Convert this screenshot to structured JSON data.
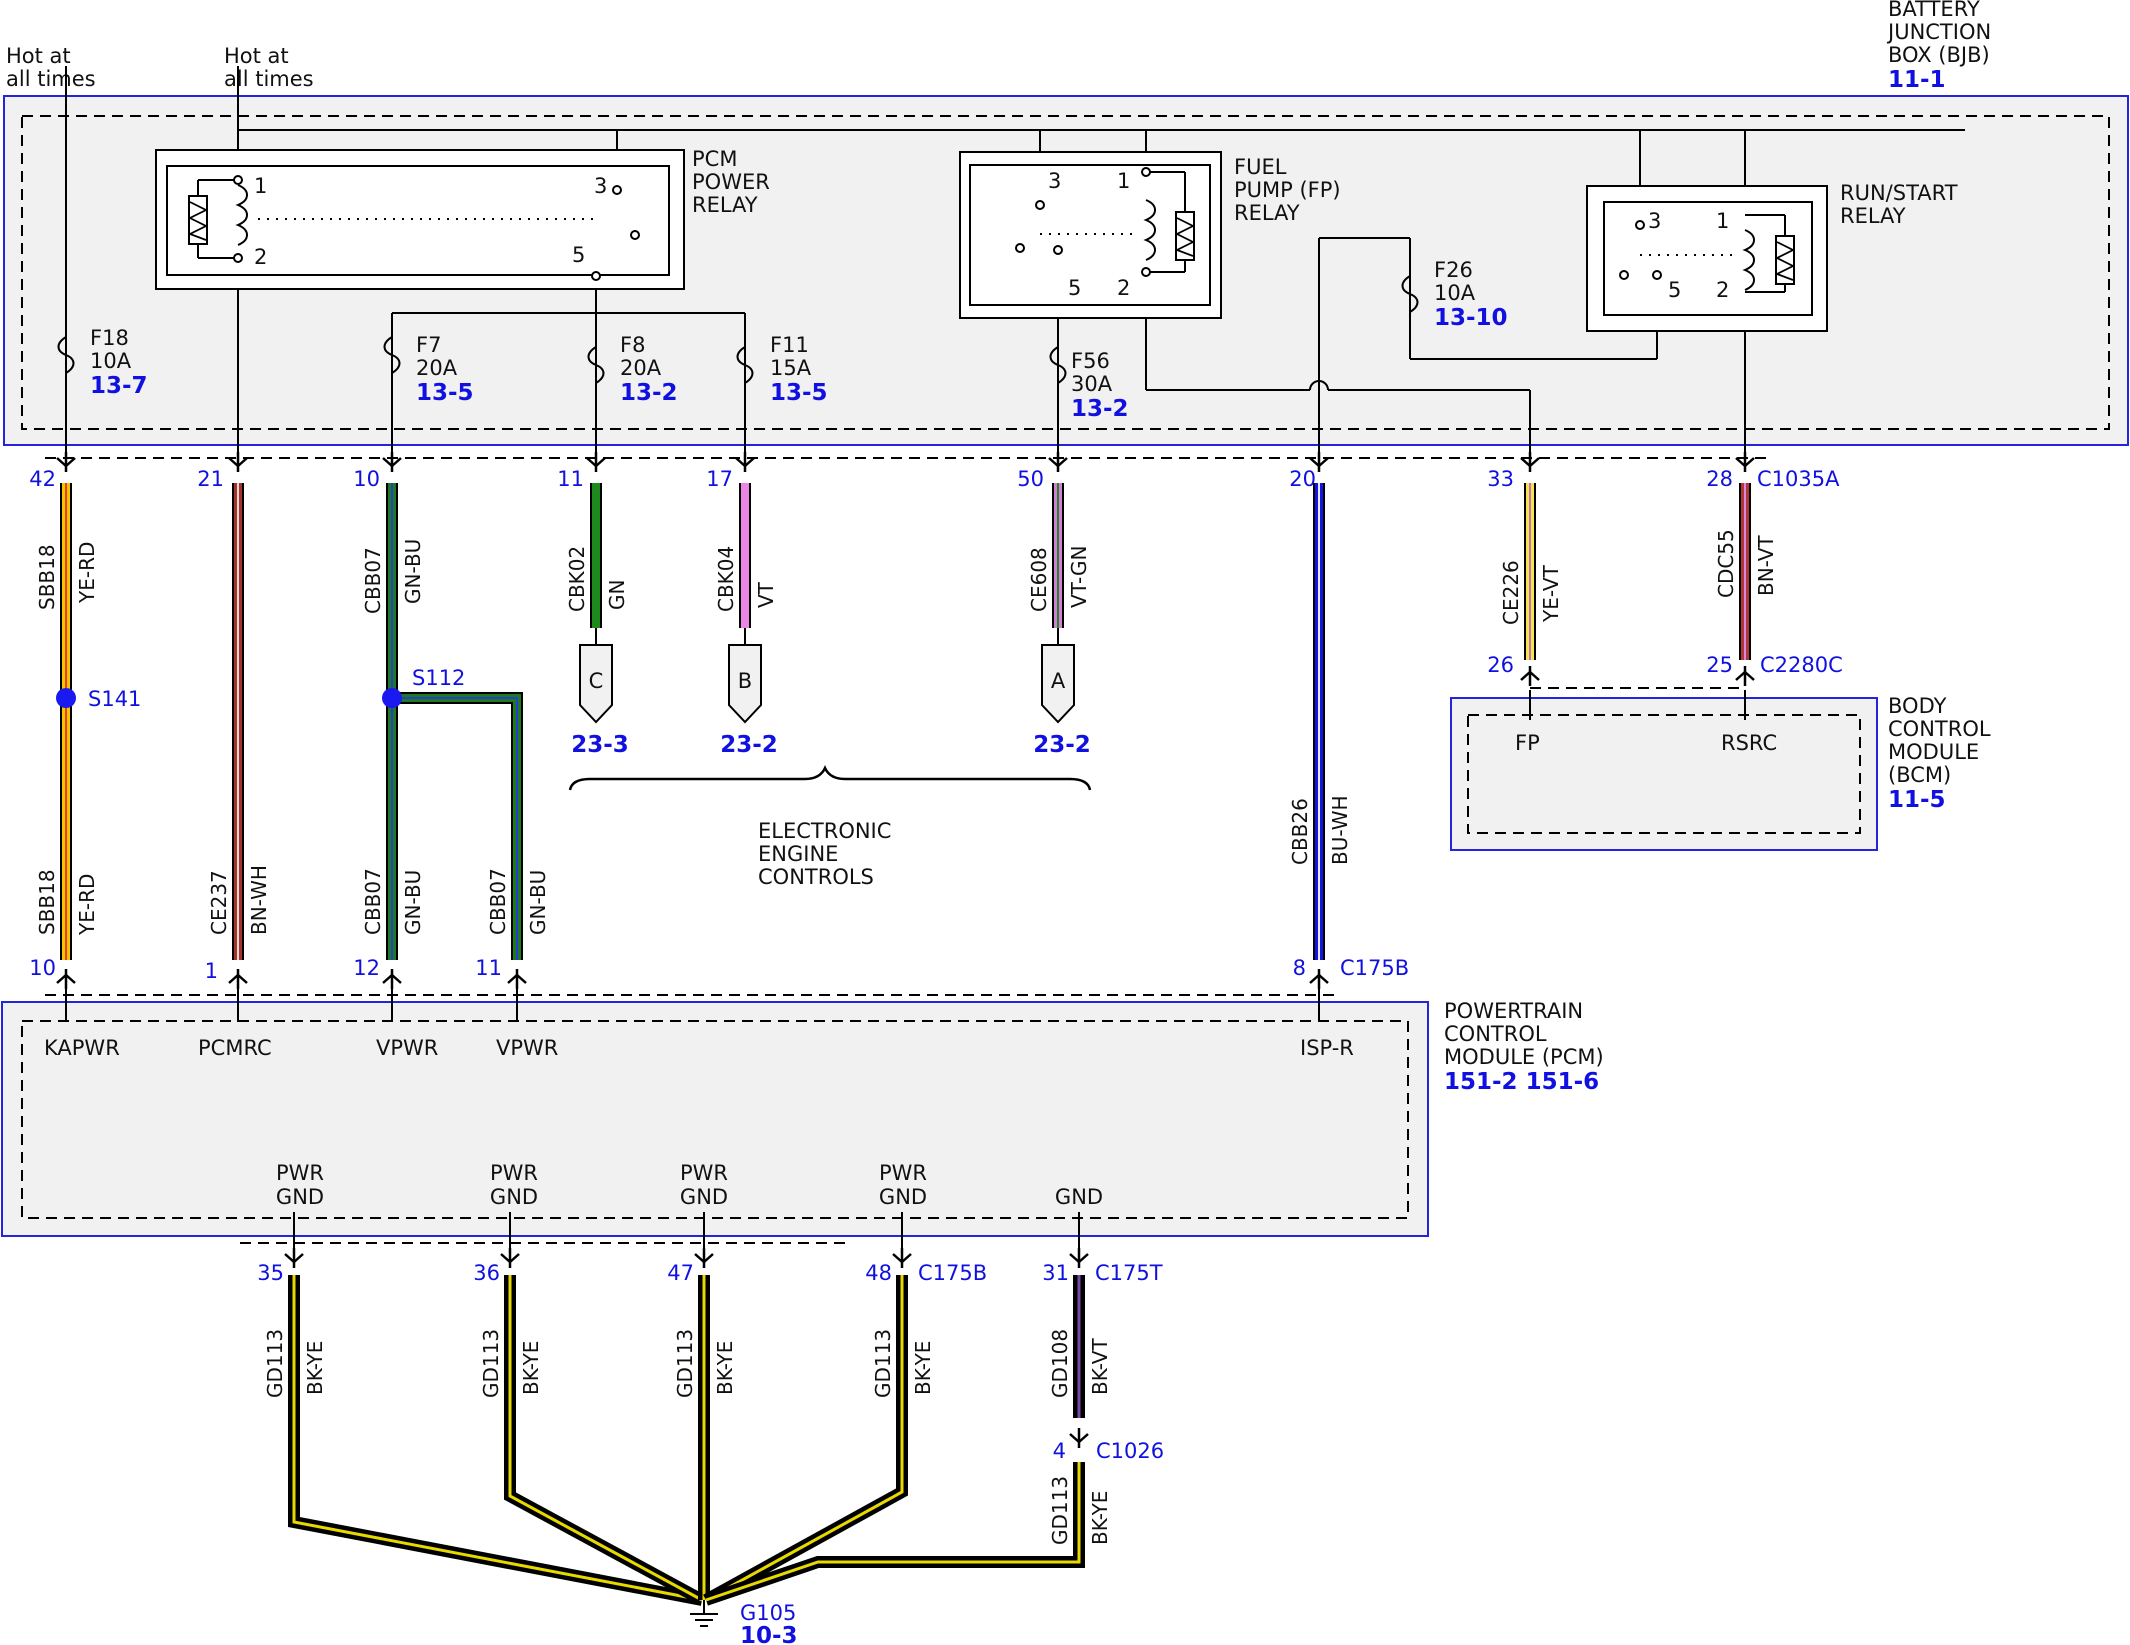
{
  "hot": {
    "l1": "Hot at",
    "l2": "all times"
  },
  "bjb": {
    "l1": "BATTERY",
    "l2": "JUNCTION",
    "l3": "BOX (BJB)",
    "ref": "11-1"
  },
  "pcm_relay": {
    "l1": "PCM",
    "l2": "POWER",
    "l3": "RELAY",
    "p1": "1",
    "p2": "2",
    "p3": "3",
    "p5": "5"
  },
  "fp_relay": {
    "l1": "FUEL",
    "l2": "PUMP (FP)",
    "l3": "RELAY",
    "p1": "1",
    "p2": "2",
    "p3": "3",
    "p5": "5"
  },
  "rs_relay": {
    "l1": "RUN/START",
    "l2": "RELAY",
    "p1": "1",
    "p2": "2",
    "p3": "3",
    "p5": "5"
  },
  "fuses": [
    {
      "name": "F18",
      "amp": "10A",
      "ref": "13-7"
    },
    {
      "name": "F7",
      "amp": "20A",
      "ref": "13-5"
    },
    {
      "name": "F8",
      "amp": "20A",
      "ref": "13-2"
    },
    {
      "name": "F11",
      "amp": "15A",
      "ref": "13-5"
    },
    {
      "name": "F56",
      "amp": "30A",
      "ref": "13-2"
    },
    {
      "name": "F26",
      "amp": "10A",
      "ref": "13-10"
    }
  ],
  "bjb_pins": [
    {
      "pin": "42",
      "circuit": "SBB18",
      "color": "YE-RD"
    },
    {
      "pin": "21",
      "circuit": "CE237",
      "color": "BN-WH"
    },
    {
      "pin": "10",
      "circuit": "CBB07",
      "color": "GN-BU"
    },
    {
      "pin": "11",
      "circuit": "CBK02",
      "color": "GN"
    },
    {
      "pin": "17",
      "circuit": "CBK04",
      "color": "VT"
    },
    {
      "pin": "50",
      "circuit": "CE608",
      "color": "VT-GN"
    },
    {
      "pin": "20",
      "circuit": "CBB26",
      "color": "BU-WH"
    },
    {
      "pin": "33",
      "circuit": "CE226",
      "color": "YE-VT"
    },
    {
      "pin": "28",
      "circuit": "CDC55",
      "color": "BN-VT"
    }
  ],
  "connectors": {
    "c1035a": "C1035A",
    "c2280c": "C2280C",
    "c175b": "C175B",
    "c175t": "C175T",
    "c1026": "C1026"
  },
  "splices": {
    "s141": "S141",
    "s112": "S112"
  },
  "eec": {
    "l1": "ELECTRONIC",
    "l2": "ENGINE",
    "l3": "CONTROLS",
    "items": [
      {
        "letter": "C",
        "ref": "23-3"
      },
      {
        "letter": "B",
        "ref": "23-2"
      },
      {
        "letter": "A",
        "ref": "23-2"
      }
    ]
  },
  "bcm": {
    "l1": "BODY",
    "l2": "CONTROL",
    "l3": "MODULE",
    "l4": "(BCM)",
    "ref": "11-5",
    "pin26": "26",
    "pin25": "25",
    "fp": "FP",
    "rsrc": "RSRC"
  },
  "pcm": {
    "l1": "POWERTRAIN",
    "l2": "CONTROL",
    "l3": "MODULE (PCM)",
    "ref": "151-2 151-6",
    "pins": [
      {
        "pin": "10",
        "circuit": "SBB18",
        "color": "YE-RD",
        "label": "KAPWR"
      },
      {
        "pin": "1",
        "circuit": "CE237",
        "color": "BN-WH",
        "label": "PCMRC"
      },
      {
        "pin": "12",
        "circuit": "CBB07",
        "color": "GN-BU",
        "label": "VPWR"
      },
      {
        "pin": "11",
        "circuit": "CBB07",
        "color": "GN-BU",
        "label": "VPWR"
      },
      {
        "pin": "8",
        "circuit": "CBB26",
        "color": "BU-WH",
        "label": "ISP-R"
      }
    ],
    "gnd": {
      "pwr": "PWR",
      "gnd": "GND"
    }
  },
  "ground": [
    {
      "pin": "35",
      "circuit": "GD113",
      "color": "BK-YE"
    },
    {
      "pin": "36",
      "circuit": "GD113",
      "color": "BK-YE"
    },
    {
      "pin": "47",
      "circuit": "GD113",
      "color": "BK-YE"
    },
    {
      "pin": "48",
      "circuit": "GD113",
      "color": "BK-YE"
    },
    {
      "pin": "31",
      "circuit": "GD108",
      "color": "BK-VT"
    },
    {
      "pin": "4",
      "circuit": "GD113",
      "color": "BK-YE"
    }
  ],
  "g105": {
    "name": "G105",
    "ref": "10-3"
  }
}
